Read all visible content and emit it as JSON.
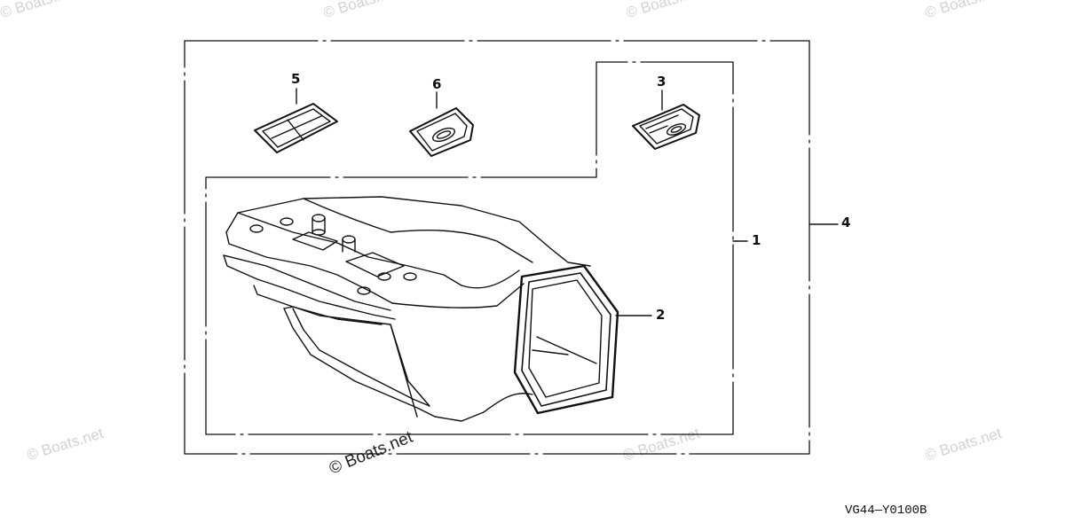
{
  "watermark": {
    "text": "© Boats.net",
    "top_left": "© Boats.net",
    "top_center_left": "© Boats.net",
    "top_center_right": "© Boats.net",
    "top_right": "© Boats.net",
    "bottom_left": "© Boats.net",
    "bottom_center": "© Boats.net",
    "bottom_center_right": "© Boats.net",
    "bottom_right": "© Boats.net"
  },
  "callouts": {
    "c1": "1",
    "c2": "2",
    "c3": "3",
    "c4": "4",
    "c5": "5",
    "c6": "6"
  },
  "diagram_code": "VG44—Y0100B",
  "colors": {
    "line": "#111111",
    "watermark": "#d2d2d2",
    "background": "#ffffff"
  }
}
